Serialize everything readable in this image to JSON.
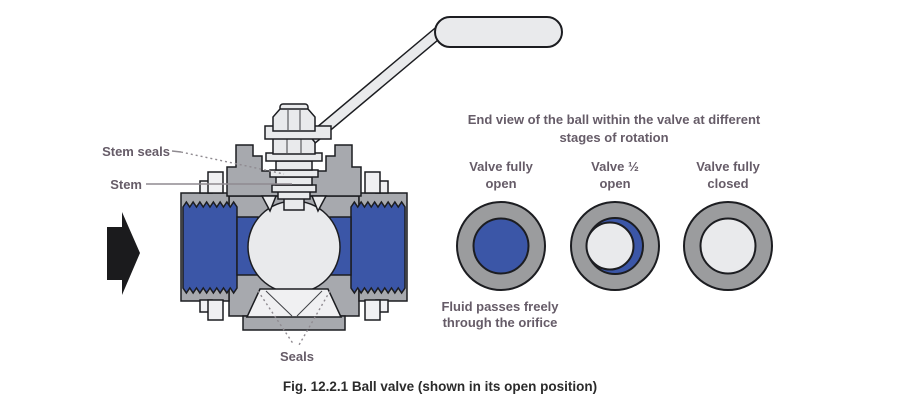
{
  "figure": {
    "caption": "Fig. 12.2.1 Ball valve (shown in its open position)"
  },
  "valve_diagram": {
    "labels": {
      "stem_seals": "Stem seals",
      "stem": "Stem",
      "seals": "Seals"
    },
    "flow_note": {
      "line1": "Fluid passes freely",
      "line2": "through the orifice"
    }
  },
  "end_views": {
    "heading": {
      "line1": "End view of the ball within the valve at different",
      "line2": "stages of rotation"
    },
    "items": [
      {
        "label_line1": "Valve fully",
        "label_line2": "open"
      },
      {
        "label_line1": "Valve ½",
        "label_line2": "open"
      },
      {
        "label_line1": "Valve fully",
        "label_line2": "closed"
      }
    ]
  },
  "colors": {
    "fluid_blue": "#3b56a7",
    "body_gray": "#a7a9ae",
    "light_gray": "#e9eaec",
    "ring_gray": "#9b9c9e",
    "outline": "#1c1d21",
    "label_text": "#665c68",
    "caption_text": "#2b2b2b",
    "arrow_black": "#1b1b1d"
  }
}
